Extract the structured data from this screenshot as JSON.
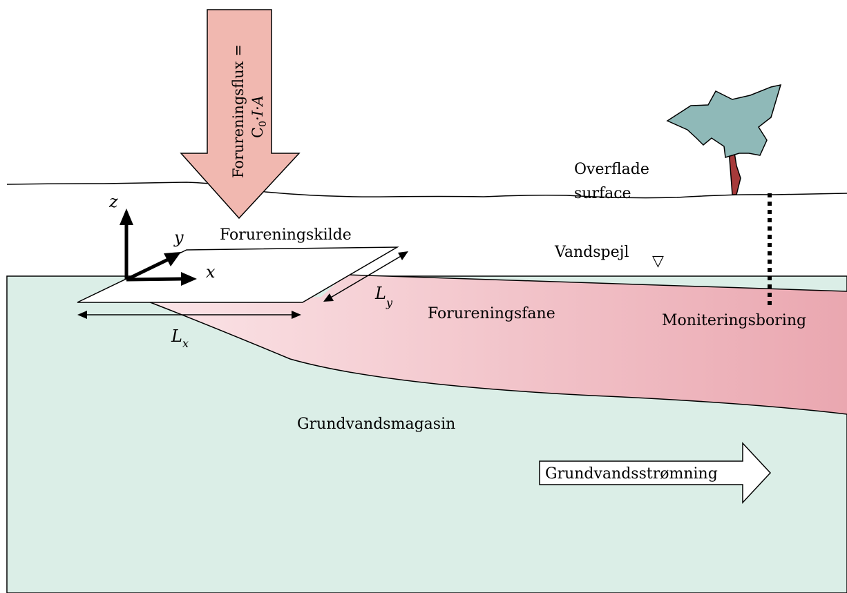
{
  "labels": {
    "flux_line1": "Forureningsflux =",
    "flux_line2_c": "C",
    "flux_line2_sub": "0",
    "flux_line2_rest": "·I·A",
    "surface_line1": "Overflade",
    "surface_line2": "surface",
    "source": "Forureningskilde",
    "water_table": "Vandspejl",
    "plume": "Forureningsfane",
    "monitoring_well": "Moniteringsboring",
    "aquifer": "Grundvandsmagasin",
    "groundwater_flow": "Grundvandsstrømning",
    "lx_main": "L",
    "lx_sub": "x",
    "ly_main": "L",
    "ly_sub": "y"
  },
  "axes": {
    "x": "x",
    "y": "y",
    "z": "z"
  },
  "symbols": {
    "water_table_marker": "▽"
  },
  "colors": {
    "aquifer": "#dbeee7",
    "plume": "#eeb2ba",
    "flux_arrow": "#f1b8b0",
    "tree_canopy": "#8fb9b8",
    "tree_trunk": "#a63a3a"
  }
}
